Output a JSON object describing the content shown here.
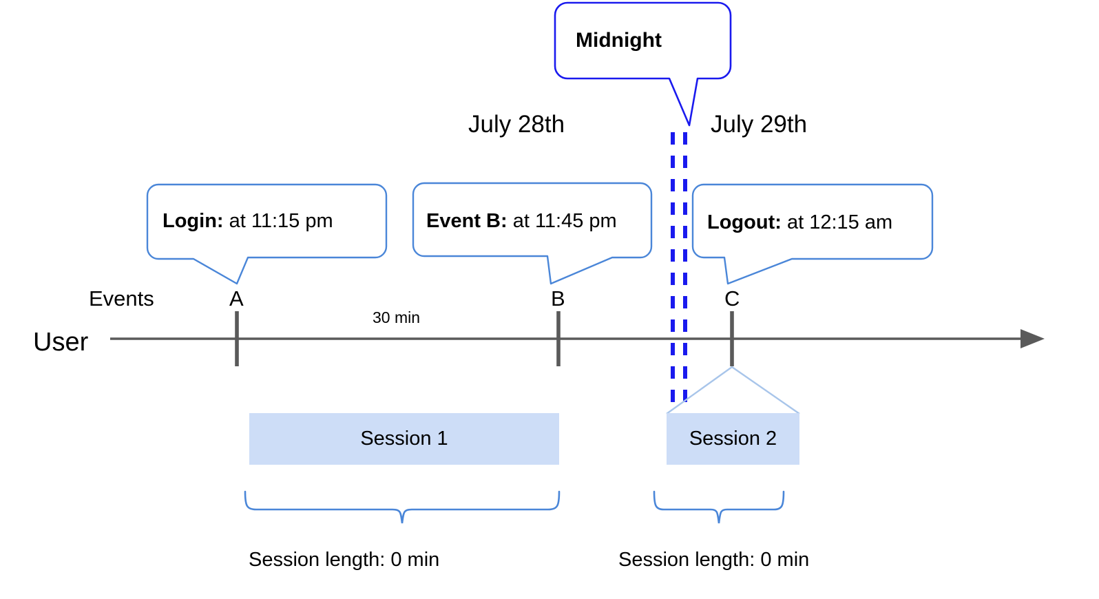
{
  "diagram": {
    "title_region": {
      "midnight_callout": "Midnight"
    },
    "day_labels": [
      {
        "name": "july-28",
        "text": "July 28th"
      },
      {
        "name": "july-29",
        "text": "July 29th"
      }
    ],
    "axis": {
      "row_label": "User",
      "events_row_label": "Events",
      "duration_between_a_b": "30 min"
    },
    "event_markers": [
      {
        "id": "A",
        "label": "A"
      },
      {
        "id": "B",
        "label": "B"
      },
      {
        "id": "C",
        "label": "C"
      }
    ],
    "callouts": [
      {
        "name": "login",
        "lead": "Login:",
        "detail": " at 11:15 pm"
      },
      {
        "name": "event-b",
        "lead": "Event B:",
        "detail": " at 11:45 pm"
      },
      {
        "name": "logout",
        "lead": "Logout:",
        "detail": " at 12:15 am"
      }
    ],
    "sessions": [
      {
        "name": "session-1",
        "label": "Session 1",
        "length_label": "Session length: 0 min"
      },
      {
        "name": "session-2",
        "label": "Session 2",
        "length_label": "Session length: 0 min"
      }
    ],
    "colors": {
      "callout_border": "#4a86d8",
      "midnight_border": "#1a1aee",
      "midnight_dash": "#1a1aee",
      "session_fill": "#cdddf7",
      "session_connector": "#a8c5ea",
      "axis": "#5a5a5a",
      "tick": "#5a5a5a",
      "brace": "#4a86d8"
    }
  }
}
